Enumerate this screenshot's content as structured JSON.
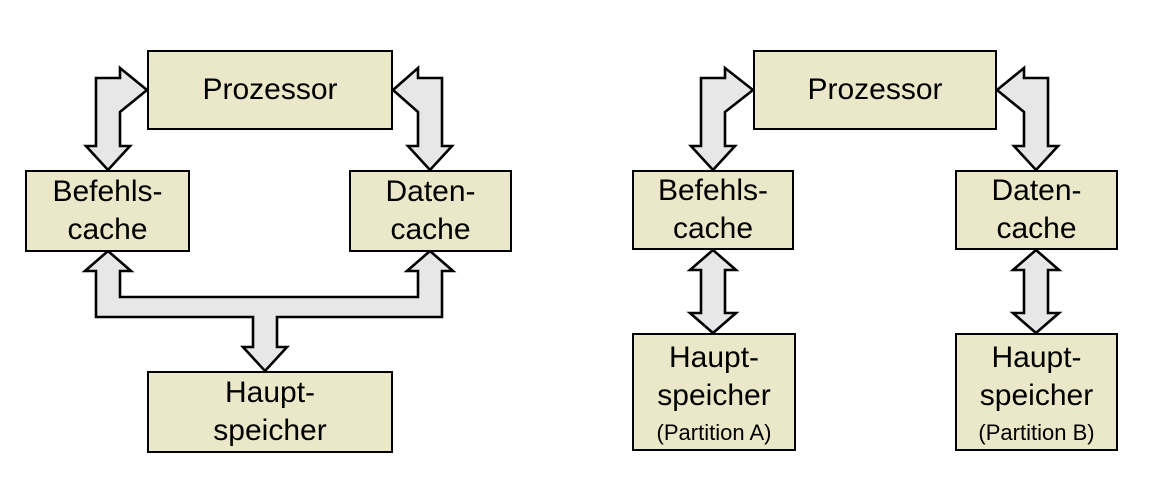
{
  "colors": {
    "background": "#ffffff",
    "box_fill": "#eae8c8",
    "arrow_fill": "#e7e7e7",
    "outline": "#000000"
  },
  "diagram_left": {
    "prozessor": "Prozessor",
    "befehlscache": "Befehls-\ncache",
    "datencache": "Daten-\ncache",
    "hauptspeicher": "Haupt-\nspeicher"
  },
  "diagram_right": {
    "prozessor": "Prozessor",
    "befehlscache": "Befehls-\ncache",
    "datencache": "Daten-\ncache",
    "hauptspeicher_a": "Haupt-\nspeicher",
    "partition_a": "(Partition A)",
    "hauptspeicher_b": "Haupt-\nspeicher",
    "partition_b": "(Partition B)"
  }
}
